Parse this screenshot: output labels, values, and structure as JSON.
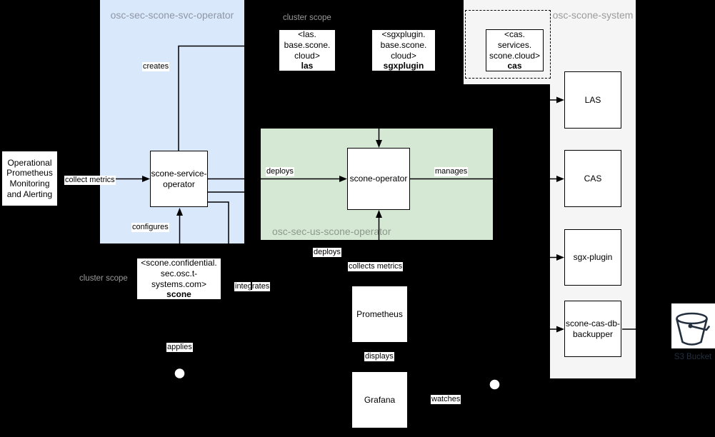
{
  "containers": {
    "svc_operator": {
      "title": "osc-sec-scone-svc-operator",
      "fill": "#dae8fc"
    },
    "us_operator": {
      "title": "osc-sec-us-scone-operator",
      "fill": "#d5e8d4"
    },
    "scone_system": {
      "title": "osc-scone-system",
      "fill": "#f5f5f5"
    }
  },
  "scope_labels": {
    "top": "cluster scope",
    "bottom": "cluster scope"
  },
  "nodes": {
    "monitoring": {
      "label": "Operational\nPrometheus\nMonitoring\nand Alerting"
    },
    "scone_service_operator": {
      "label": "scone-service-\noperator"
    },
    "scone_operator": {
      "label": "scone-operator"
    },
    "las_crd": {
      "resource": "<las.\nbase.scone.\ncloud>",
      "name": "las"
    },
    "sgxplugin_crd": {
      "resource": "<sgxplugin.\nbase.scone.\ncloud>",
      "name": "sgxplugin"
    },
    "cas_crd": {
      "resource": "<cas.\nservices.\nscone.cloud>",
      "name": "cas"
    },
    "scone_crd": {
      "resource": "<scone.confidential.\nsec.osc.t-\nsystems.com>",
      "name": "scone"
    },
    "las": {
      "label": "LAS"
    },
    "cas": {
      "label": "CAS"
    },
    "sgx_plugin": {
      "label": "sgx-plugin"
    },
    "backupper": {
      "label": "scone-cas-db-\nbackupper"
    },
    "prometheus": {
      "label": "Prometheus"
    },
    "grafana": {
      "label": "Grafana"
    }
  },
  "edge_labels": {
    "creates": "creates",
    "collect_metrics": "collect metrics",
    "configures": "configures",
    "deploys_top": "deploys",
    "manages": "manages",
    "deploys_bottom": "deploys",
    "collects_metrics": "collects metrics",
    "displays": "displays",
    "watches": "watches",
    "applies": "applies",
    "integrates": "integrates"
  },
  "s3": {
    "label": "S3 Bucket"
  },
  "colors": {
    "background": "#000000",
    "container_blue": "#dae8fc",
    "container_green": "#d5e8d4",
    "container_gray": "#f5f5f5",
    "node_fill": "#ffffff",
    "stroke": "#000000",
    "title_gray": "#9b9b9b",
    "s3_accent": "#232f3e"
  }
}
